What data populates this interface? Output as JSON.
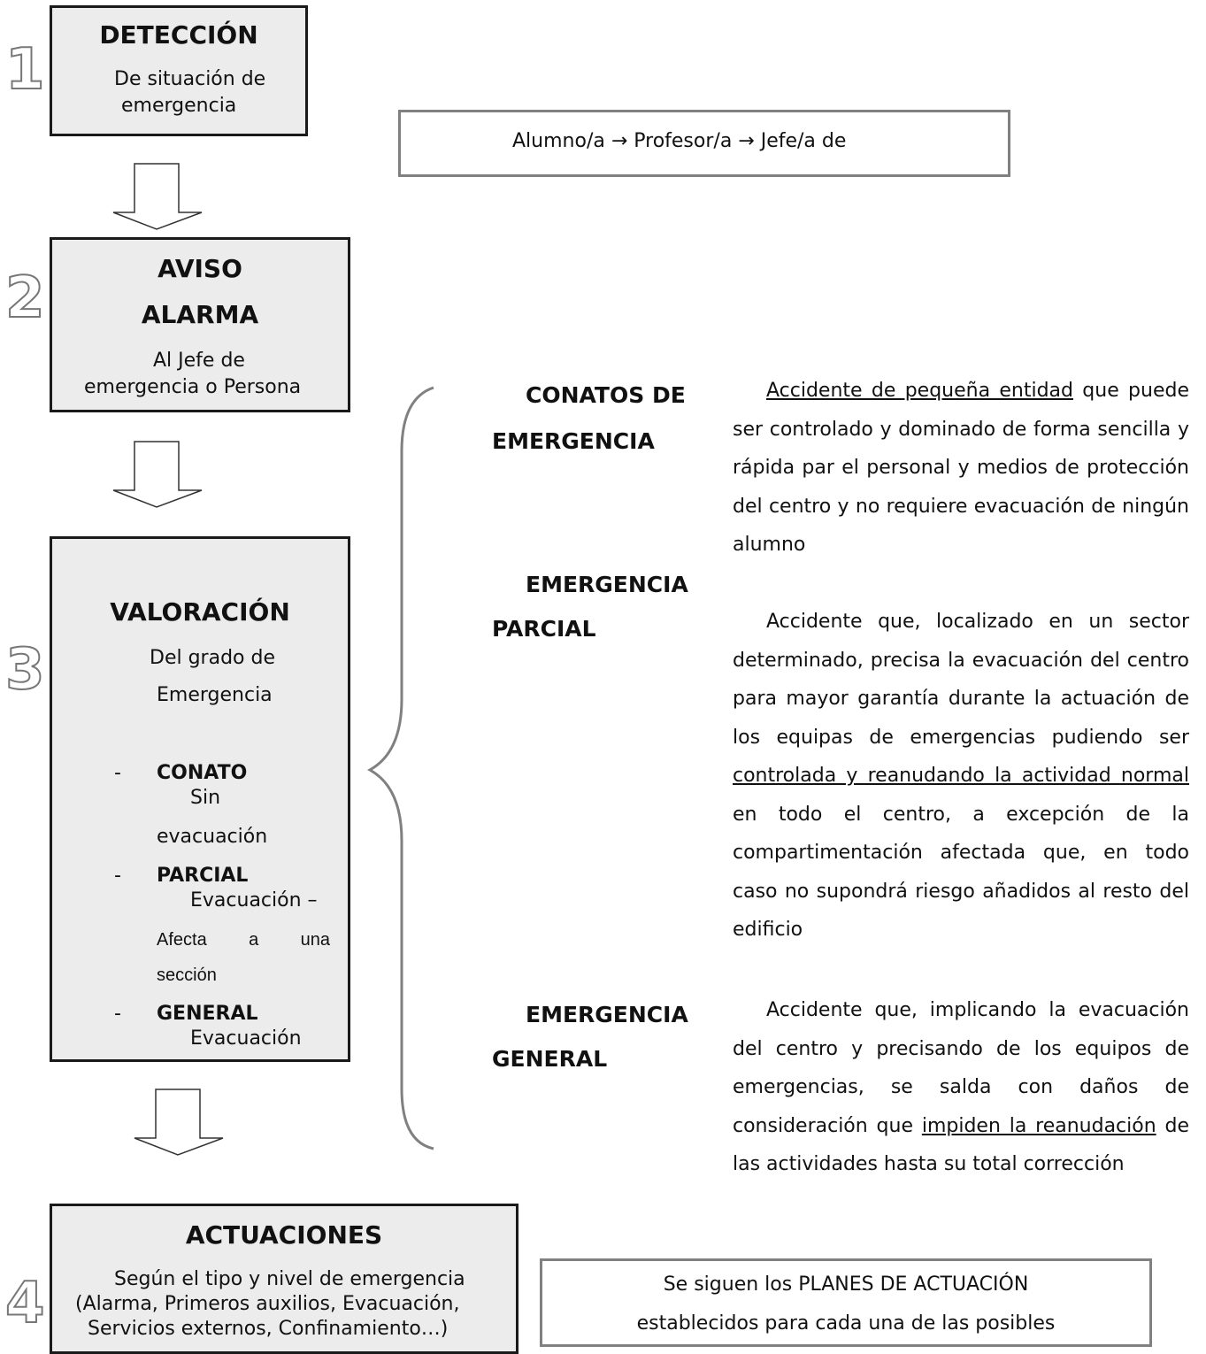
{
  "steps": [
    {
      "number": "1",
      "title": "DETECCIÓN",
      "lines": [
        "De situación de",
        "emergencia"
      ]
    },
    {
      "number": "2",
      "title1": "AVISO",
      "title2": "ALARMA",
      "lines": [
        "Al Jefe de",
        "emergencia o Persona"
      ]
    },
    {
      "number": "3",
      "title": "VALORACIÓN",
      "lines": [
        "Del grado de",
        "Emergencia"
      ],
      "items": [
        {
          "dash": "-",
          "head": "CONATO",
          "sub": [
            "Sin",
            "evacuación"
          ]
        },
        {
          "dash": "-",
          "head": "PARCIAL",
          "sub": [
            "Evacuación –",
            "Afecta a una",
            "sección"
          ]
        },
        {
          "dash": "-",
          "head": "GENERAL",
          "sub": [
            "Evacuación"
          ]
        }
      ]
    },
    {
      "number": "4",
      "title": "ACTUACIONES",
      "lines": [
        "Según el tipo y nivel de emergencia",
        "(Alarma, Primeros auxilios, Evacuación,",
        "Servicios externos, Confinamiento…)"
      ]
    }
  ],
  "chain_box": {
    "text": "Alumno/a  →  Profesor/a →  Jefe/a de"
  },
  "levels": [
    {
      "label1": "CONATOS  DE",
      "label2": "EMERGENCIA",
      "underlined": "Accidente de pequeña entidad",
      "rest": " que puede ser controlado y dominado de forma sencilla y rápida par el personal y medios de protección del centro y no requiere evacuación de ningún alumno"
    },
    {
      "label1": "EMERGENCIA",
      "label2": "PARCIAL",
      "before": "Accidente que, localizado en un sector determinado, precisa la evacuación del centro para mayor garantía durante la actuación de los equipas de emergencias pudiendo ser ",
      "underlined": "controlada y reanudando la actividad normal",
      "after": " en todo el centro, a excepción de la compartimentación afectada que, en todo caso no supondrá riesgo añadidos al resto del edificio"
    },
    {
      "label1": "EMERGENCIA",
      "label2": "GENERAL",
      "before": "Accidente que, implicando la evacuación del centro y precisando de los equipos de emergencias, se salda con daños de consideración que ",
      "underlined": "impiden la reanudación",
      "after": " de las actividades hasta su total corrección"
    }
  ],
  "plans_box": {
    "line1": "Se siguen los PLANES DE ACTUACIÓN",
    "line2": "establecidos para cada una de las posibles"
  },
  "colors": {
    "box_fill": "#ececec",
    "box_border": "#1a1a1a",
    "grey_border": "#808080",
    "number_outline": "#777777"
  }
}
